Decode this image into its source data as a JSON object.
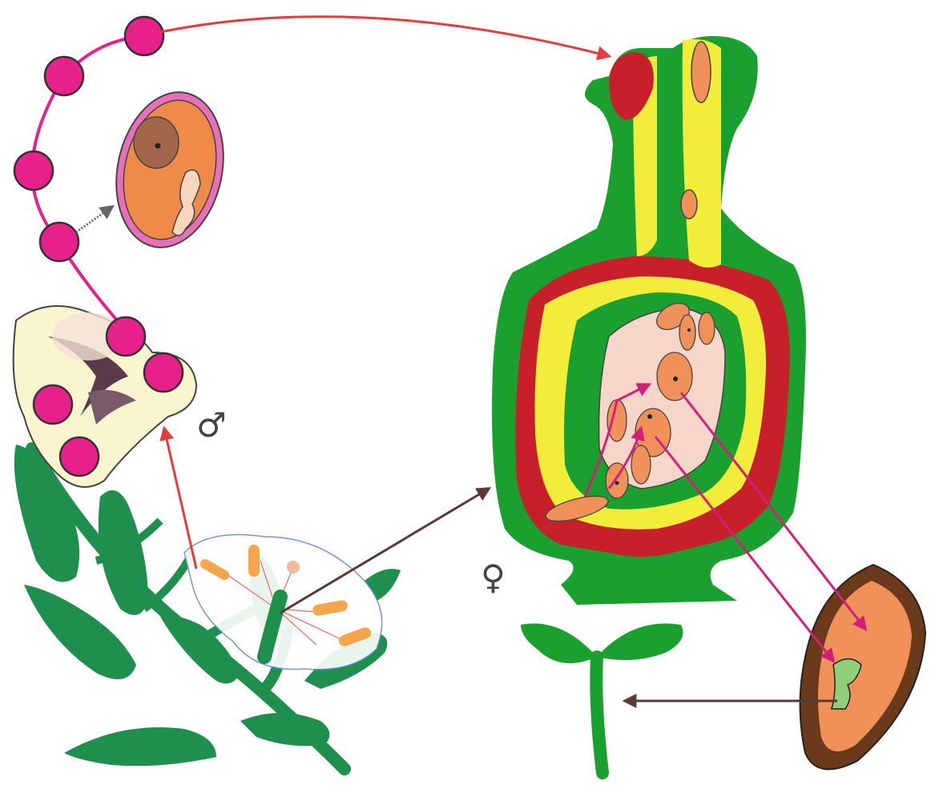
{
  "diagram": {
    "male_symbol": "♂",
    "female_symbol": "♀",
    "colors": {
      "leaf_green": "#1e8f4c",
      "ovary_green": "#1aa02e",
      "integument_red": "#c8202a",
      "yellow_layer": "#f2ec3a",
      "embryo_sac": "#f6d6c8",
      "cell_orange": "#f1915a",
      "pollen_pink": "#e8208a",
      "seed_brown": "#6b3a1a",
      "arrow_red": "#e83a3a",
      "arrow_dark": "#5a3a36",
      "arrow_magenta": "#d0207a"
    },
    "icons": [
      "flowering-plant",
      "anther-cross-section",
      "pollen-grain",
      "pistil-ovary-section",
      "seed-with-embryo",
      "seedling"
    ]
  }
}
